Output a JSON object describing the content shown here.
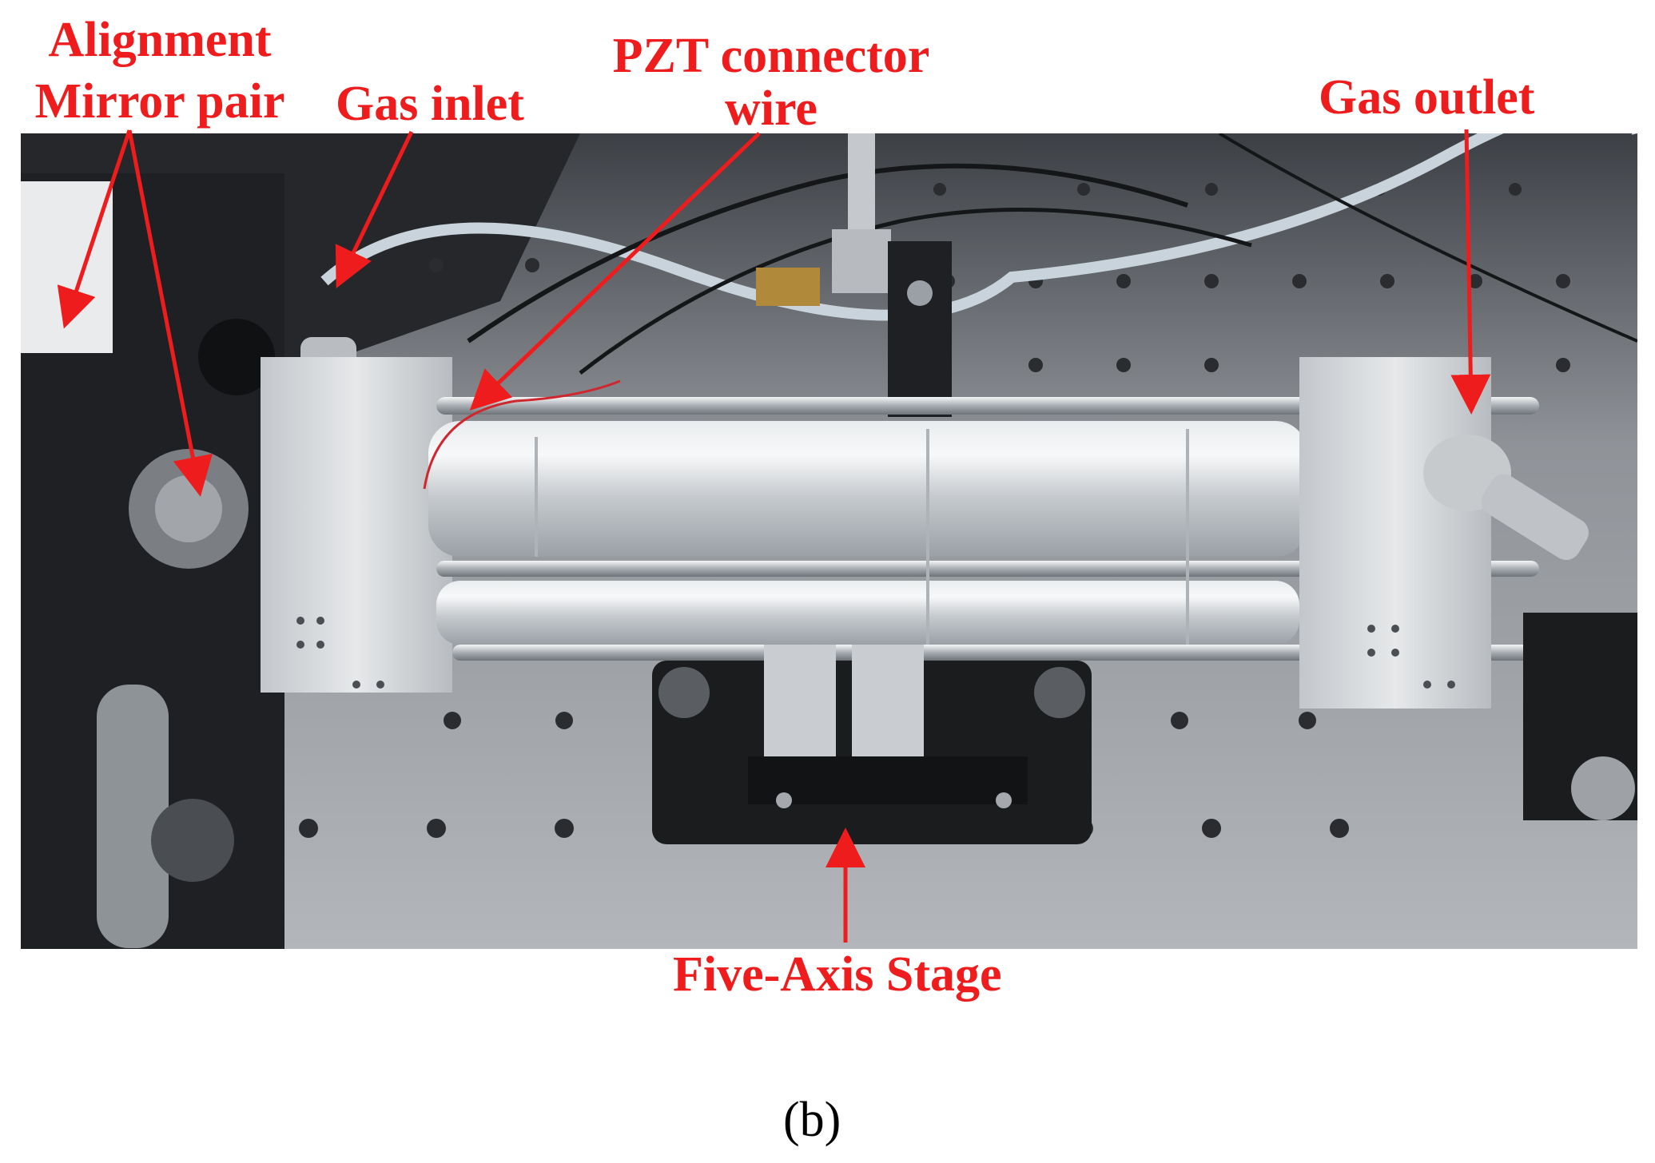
{
  "labels": {
    "alignment_line1": "Alignment",
    "alignment_line2": "Mirror pair",
    "gas_inlet": "Gas inlet",
    "pzt_line1": "PZT connector",
    "pzt_line2": "wire",
    "gas_outlet": "Gas outlet",
    "five_axis": "Five-Axis Stage"
  },
  "caption": "(b)",
  "colors": {
    "annotation": "#ee1c1c",
    "table": "#a9acb0",
    "aluminum": "#d7dadd",
    "mount": "#1e1f22"
  }
}
